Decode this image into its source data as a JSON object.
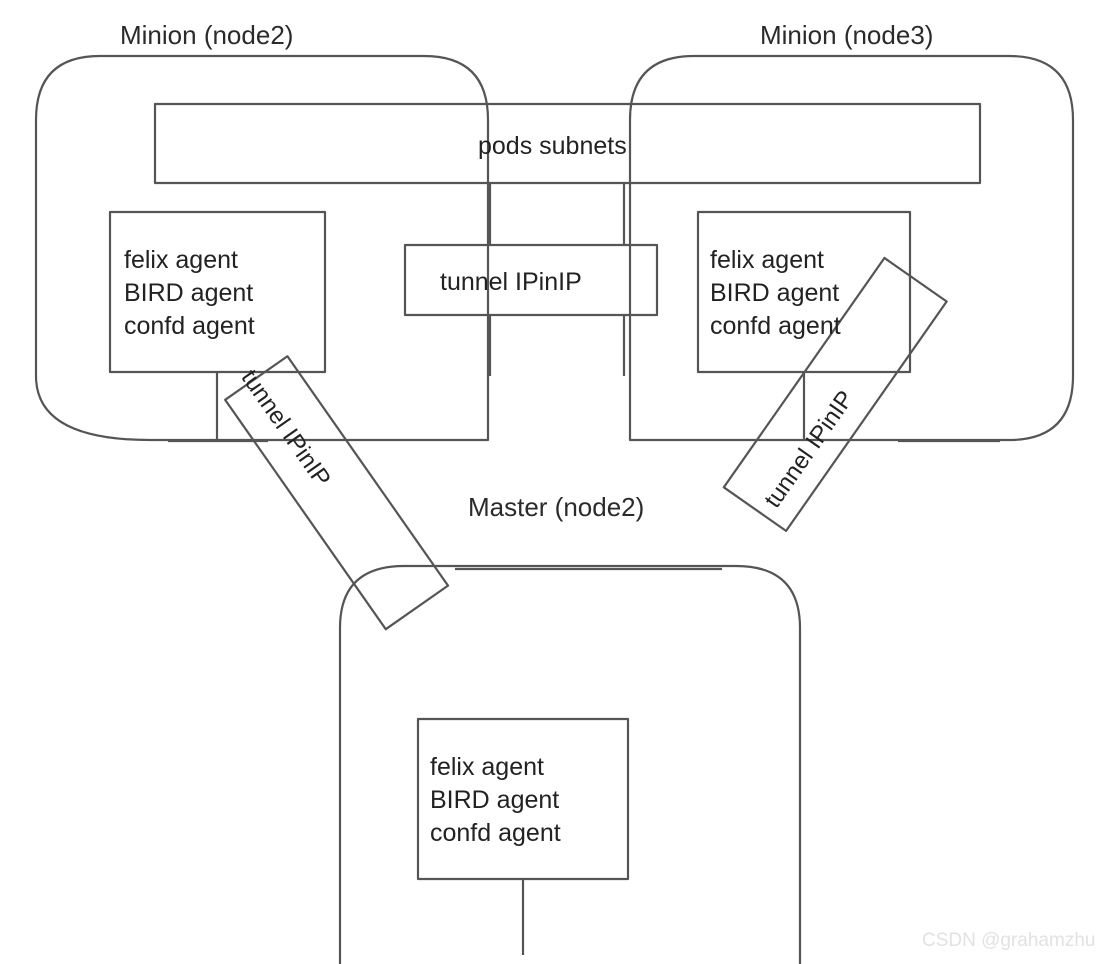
{
  "diagram": {
    "type": "network-architecture",
    "title_hidden": "",
    "stroke_color": "#555555",
    "text_color": "#222222",
    "background": "#ffffff",
    "watermark": "CSDN @grahamzhu",
    "nodes": {
      "minion_left": {
        "title": "Minion (node2)",
        "agents": [
          "felix agent",
          "BIRD agent",
          "confd agent"
        ]
      },
      "minion_right": {
        "title": "Minion (node3)",
        "agents": [
          "felix agent",
          "BIRD agent",
          "confd agent"
        ]
      },
      "master": {
        "title": "Master (node2)",
        "agents": [
          "felix agent",
          "BIRD agent",
          "confd agent"
        ]
      }
    },
    "shared": {
      "pods_subnets": "pods subnets"
    },
    "tunnels": {
      "center": "tunnel IPinIP",
      "left": "tunnel IPinIP",
      "right": "tunnel IPinIP"
    }
  }
}
